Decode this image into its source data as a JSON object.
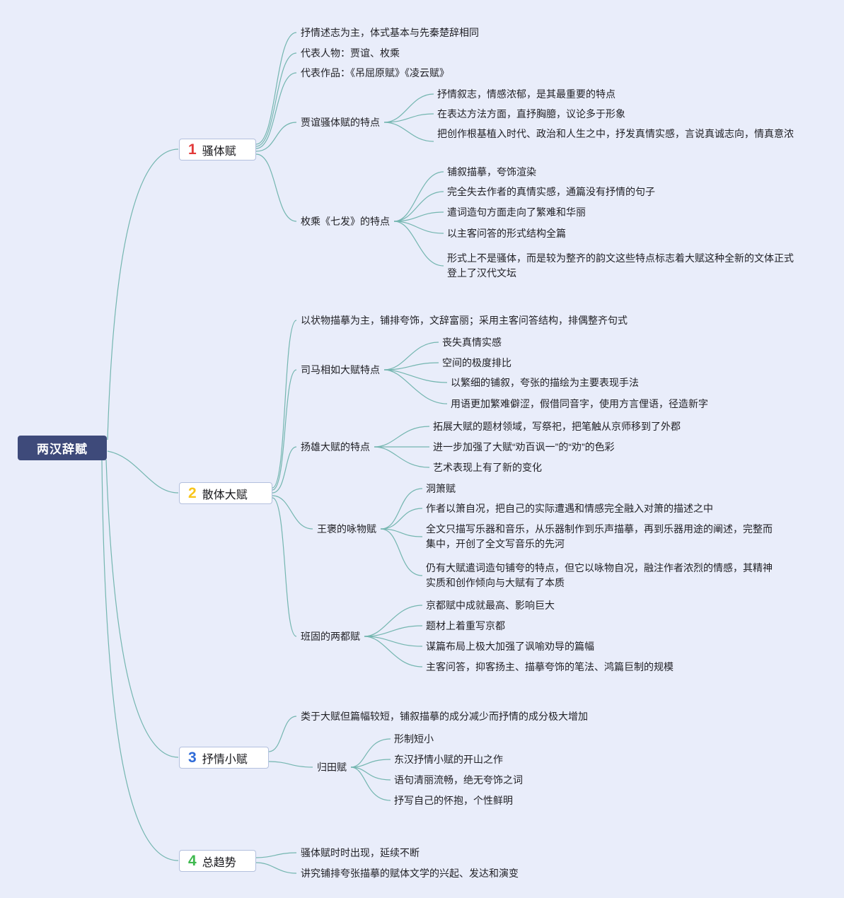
{
  "root": {
    "label": "两汉辞赋"
  },
  "colors": {
    "background": "#e9edfa",
    "root_bg": "#3e4a7a",
    "root_text": "#ffffff",
    "connector_line": "#74b6b0",
    "branch_border": "#b3c0de",
    "branch1_number": "#e23a3a",
    "branch2_number": "#f8c51c",
    "branch3_number": "#2f6bd8",
    "branch4_number": "#3eb94e"
  },
  "branches": [
    {
      "number": "1",
      "label": "骚体赋",
      "children": [
        {
          "label": "抒情述志为主，体式基本与先秦楚辞相同"
        },
        {
          "label": "代表人物：贾谊、枚乘"
        },
        {
          "label": "代表作品：《吊屈原赋》《凌云赋》"
        },
        {
          "label": "贾谊骚体赋的特点",
          "children": [
            {
              "label": "抒情叙志，情感浓郁，是其最重要的特点"
            },
            {
              "label": "在表达方法方面，直抒胸臆，议论多于形象"
            },
            {
              "label": "把创作根基植入时代、政治和人生之中，抒发真情实感，言说真诚志向，情真意浓"
            }
          ]
        },
        {
          "label": "枚乘《七发》的特点",
          "children": [
            {
              "label": "铺叙描摹，夸饰渲染"
            },
            {
              "label": "完全失去作者的真情实感，通篇没有抒情的句子"
            },
            {
              "label": "遣词造句方面走向了繁难和华丽"
            },
            {
              "label": "以主客问答的形式结构全篇"
            },
            {
              "label": "形式上不是骚体，而是较为整齐的韵文这些特点标志着大赋这种全新的文体正式登上了汉代文坛"
            }
          ]
        }
      ]
    },
    {
      "number": "2",
      "label": "散体大赋",
      "children": [
        {
          "label": "以状物描摹为主，铺排夸饰，文辞富丽；采用主客问答结构，排偶整齐句式"
        },
        {
          "label": "司马相如大赋特点",
          "children": [
            {
              "label": "丧失真情实感"
            },
            {
              "label": "空间的极度排比"
            },
            {
              "label": "以繁细的铺叙，夸张的描绘为主要表现手法"
            },
            {
              "label": "用语更加繁难僻涩，假借同音字，使用方言俚语，径造新字"
            }
          ]
        },
        {
          "label": "扬雄大赋的特点",
          "children": [
            {
              "label": "拓展大赋的题材领域，写祭祀，把笔触从京师移到了外郡"
            },
            {
              "label": "进一步加强了大赋“劝百讽一”的“劝”的色彩"
            },
            {
              "label": "艺术表现上有了新的变化"
            }
          ]
        },
        {
          "label": "王褒的咏物赋",
          "children": [
            {
              "label": "洞箫赋"
            },
            {
              "label": "作者以箫自况，把自己的实际遭遇和情感完全融入对箫的描述之中"
            },
            {
              "label": "全文只描写乐器和音乐，从乐器制作到乐声描摹，再到乐器用途的阐述，完整而集中，开创了全文写音乐的先河"
            },
            {
              "label": "仍有大赋遣词造句铺夸的特点，但它以咏物自况，融注作者浓烈的情感，其精神实质和创作倾向与大赋有了本质"
            }
          ]
        },
        {
          "label": "班固的两都赋",
          "children": [
            {
              "label": "京都赋中成就最高、影响巨大"
            },
            {
              "label": "题材上着重写京都"
            },
            {
              "label": "谋篇布局上极大加强了讽喻劝导的篇幅"
            },
            {
              "label": "主客问答，抑客扬主、描摹夸饰的笔法、鸿篇巨制的规模"
            }
          ]
        }
      ]
    },
    {
      "number": "3",
      "label": "抒情小赋",
      "children": [
        {
          "label": "类于大赋但篇幅较短，铺叙描摹的成分减少而抒情的成分极大增加"
        },
        {
          "label": "归田赋",
          "children": [
            {
              "label": "形制短小"
            },
            {
              "label": "东汉抒情小赋的开山之作"
            },
            {
              "label": "语句清丽流畅，绝无夸饰之词"
            },
            {
              "label": "抒写自己的怀抱，个性鲜明"
            }
          ]
        }
      ]
    },
    {
      "number": "4",
      "label": "总趋势",
      "children": [
        {
          "label": "骚体赋时时出现，延续不断"
        },
        {
          "label": "讲究铺排夸张描摹的赋体文学的兴起、发达和演变"
        }
      ]
    }
  ]
}
